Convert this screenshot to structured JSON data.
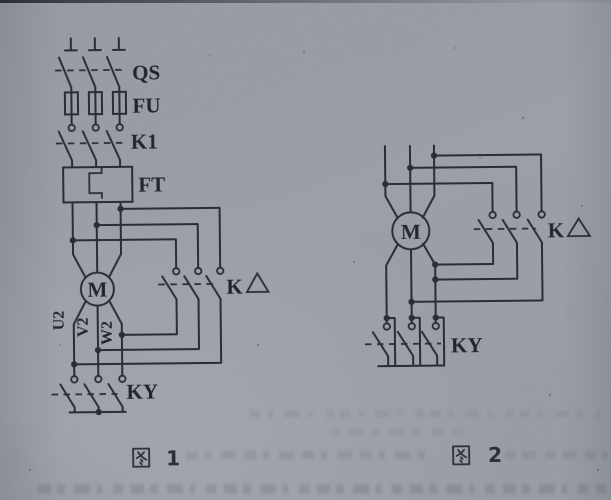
{
  "photo": {
    "paper_color": "#a9aeb7",
    "line_color": "#2a2d33"
  },
  "figure1": {
    "caption": "图 1",
    "caption_number": "1",
    "labels": {
      "disconnect_switch": "QS",
      "fuse": "FU",
      "main_contactor": "K1",
      "thermal_relay": "FT",
      "motor": "M",
      "terminal_u2": "U2",
      "terminal_v2": "V2",
      "terminal_w2": "W2",
      "delta_contactor": "K△",
      "delta_contactor_letter": "K",
      "star_contactor": "KY"
    }
  },
  "figure2": {
    "caption": "图 2",
    "caption_number": "2",
    "labels": {
      "motor": "M",
      "delta_contactor": "K△",
      "delta_contactor_letter": "K",
      "star_contactor": "KY"
    }
  }
}
